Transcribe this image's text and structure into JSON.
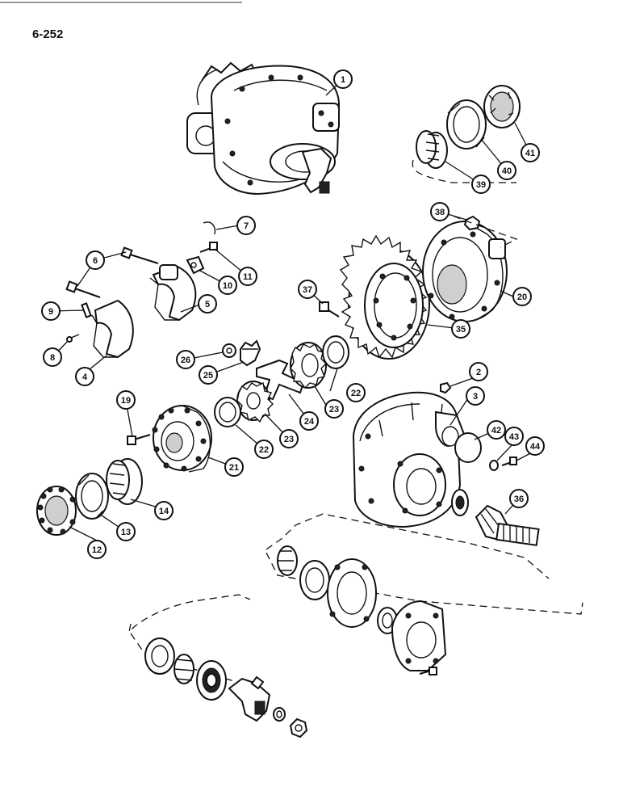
{
  "page_ref": "6-252",
  "callouts": [
    {
      "id": "1",
      "label": "1"
    },
    {
      "id": "2",
      "label": "2"
    },
    {
      "id": "3",
      "label": "3"
    },
    {
      "id": "4",
      "label": "4"
    },
    {
      "id": "5",
      "label": "5"
    },
    {
      "id": "6",
      "label": "6"
    },
    {
      "id": "7",
      "label": "7"
    },
    {
      "id": "8",
      "label": "8"
    },
    {
      "id": "9",
      "label": "9"
    },
    {
      "id": "10",
      "label": "10"
    },
    {
      "id": "11",
      "label": "11"
    },
    {
      "id": "12",
      "label": "12"
    },
    {
      "id": "13",
      "label": "13"
    },
    {
      "id": "14",
      "label": "14"
    },
    {
      "id": "19",
      "label": "19"
    },
    {
      "id": "20",
      "label": "20"
    },
    {
      "id": "21",
      "label": "21"
    },
    {
      "id": "22a",
      "label": "22"
    },
    {
      "id": "22b",
      "label": "22"
    },
    {
      "id": "23a",
      "label": "23"
    },
    {
      "id": "23b",
      "label": "23"
    },
    {
      "id": "24",
      "label": "24"
    },
    {
      "id": "25",
      "label": "25"
    },
    {
      "id": "26",
      "label": "26"
    },
    {
      "id": "35",
      "label": "35"
    },
    {
      "id": "36",
      "label": "36"
    },
    {
      "id": "37",
      "label": "37"
    },
    {
      "id": "38",
      "label": "38"
    },
    {
      "id": "39",
      "label": "39"
    },
    {
      "id": "40",
      "label": "40"
    },
    {
      "id": "41",
      "label": "41"
    },
    {
      "id": "42",
      "label": "42"
    },
    {
      "id": "43",
      "label": "43"
    },
    {
      "id": "44",
      "label": "44"
    }
  ]
}
